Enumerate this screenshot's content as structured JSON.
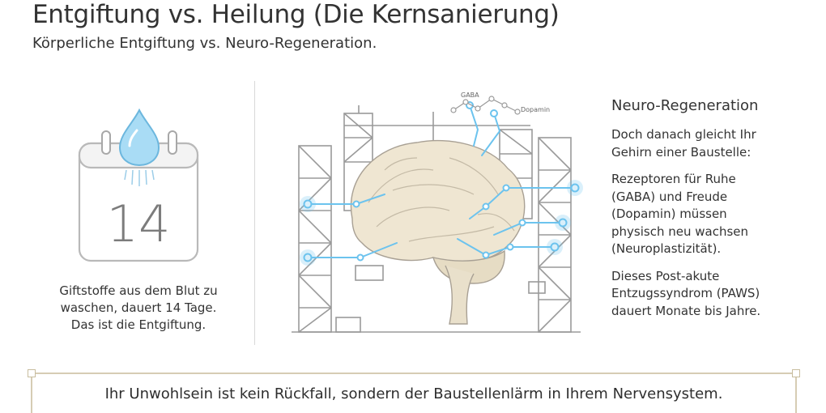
{
  "header": {
    "title": "Entgiftung vs. Heilung (Die Kernsanierung)",
    "subtitle": "Körperliche Entgiftung vs. Neuro-Regeneration."
  },
  "left": {
    "calendar_number": "14",
    "icons": [
      "water-drop-icon",
      "calendar-icon"
    ],
    "lines": [
      "Giftstoffe aus dem Blut zu",
      "waschen, dauert 14 Tage.",
      "Das ist die Entgiftung."
    ]
  },
  "illustration": {
    "label_gaba": "GABA",
    "label_dopamin": "Dopamin"
  },
  "right": {
    "heading": "Neuro-Regeneration",
    "paragraphs": [
      [
        "Doch danach gleicht Ihr",
        "Gehirn einer Baustelle:"
      ],
      [
        "Rezeptoren für Ruhe",
        "(GABA) und Freude",
        "(Dopamin) müssen",
        "physisch neu wachsen",
        "(Neuroplastizität)."
      ],
      [
        "Dieses Post-akute",
        "Entzugssyndrom (PAWS)",
        "dauert Monate bis Jahre."
      ]
    ]
  },
  "banner": {
    "text": "Ihr Unwohlsein ist kein Rückfall, sondern der Baustellenlärm in Ihrem Nervensystem."
  },
  "colors": {
    "accent_blue": "#6cc3ee",
    "frame_gold": "#d6ccb4",
    "scaffold_gray": "#9a9a9a",
    "brain_beige": "#efe6d2"
  }
}
